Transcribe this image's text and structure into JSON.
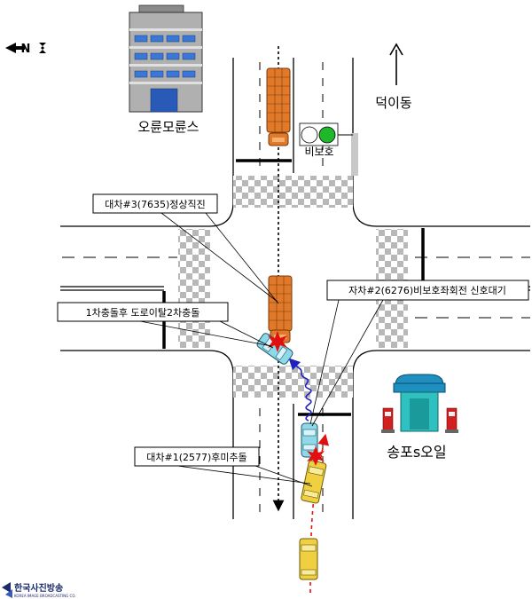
{
  "places": {
    "building_left": "오륜모륜스",
    "gas_station": "송포s오일",
    "direction_north": "덕이동"
  },
  "signal": {
    "label": "비보호",
    "state": "green"
  },
  "callouts": {
    "car3": "대차#3(7635)정상직진",
    "car2": "자차#2(6276)비보호좌회전 신호대기",
    "second_collision": "1차충돌후 도로이탈2차충돌",
    "car1": "대차#1(2577)후미추돌"
  },
  "compass": {
    "letter": "N"
  },
  "logo": {
    "name": "한국사진방송",
    "subtitle": "KOREA IMAGE BROADCASTING CO."
  },
  "colors": {
    "truck": "#e07a2a",
    "car_cyan": "#8fd8e8",
    "car_yellow": "#f0d040",
    "signal_green": "#1fb82a",
    "collision_red": "#e01010",
    "path_blue": "#2020c0",
    "path_red": "#e01010",
    "station_roof": "#1f8fc0",
    "station_body": "#30c0c0",
    "pump_red": "#d02020"
  }
}
